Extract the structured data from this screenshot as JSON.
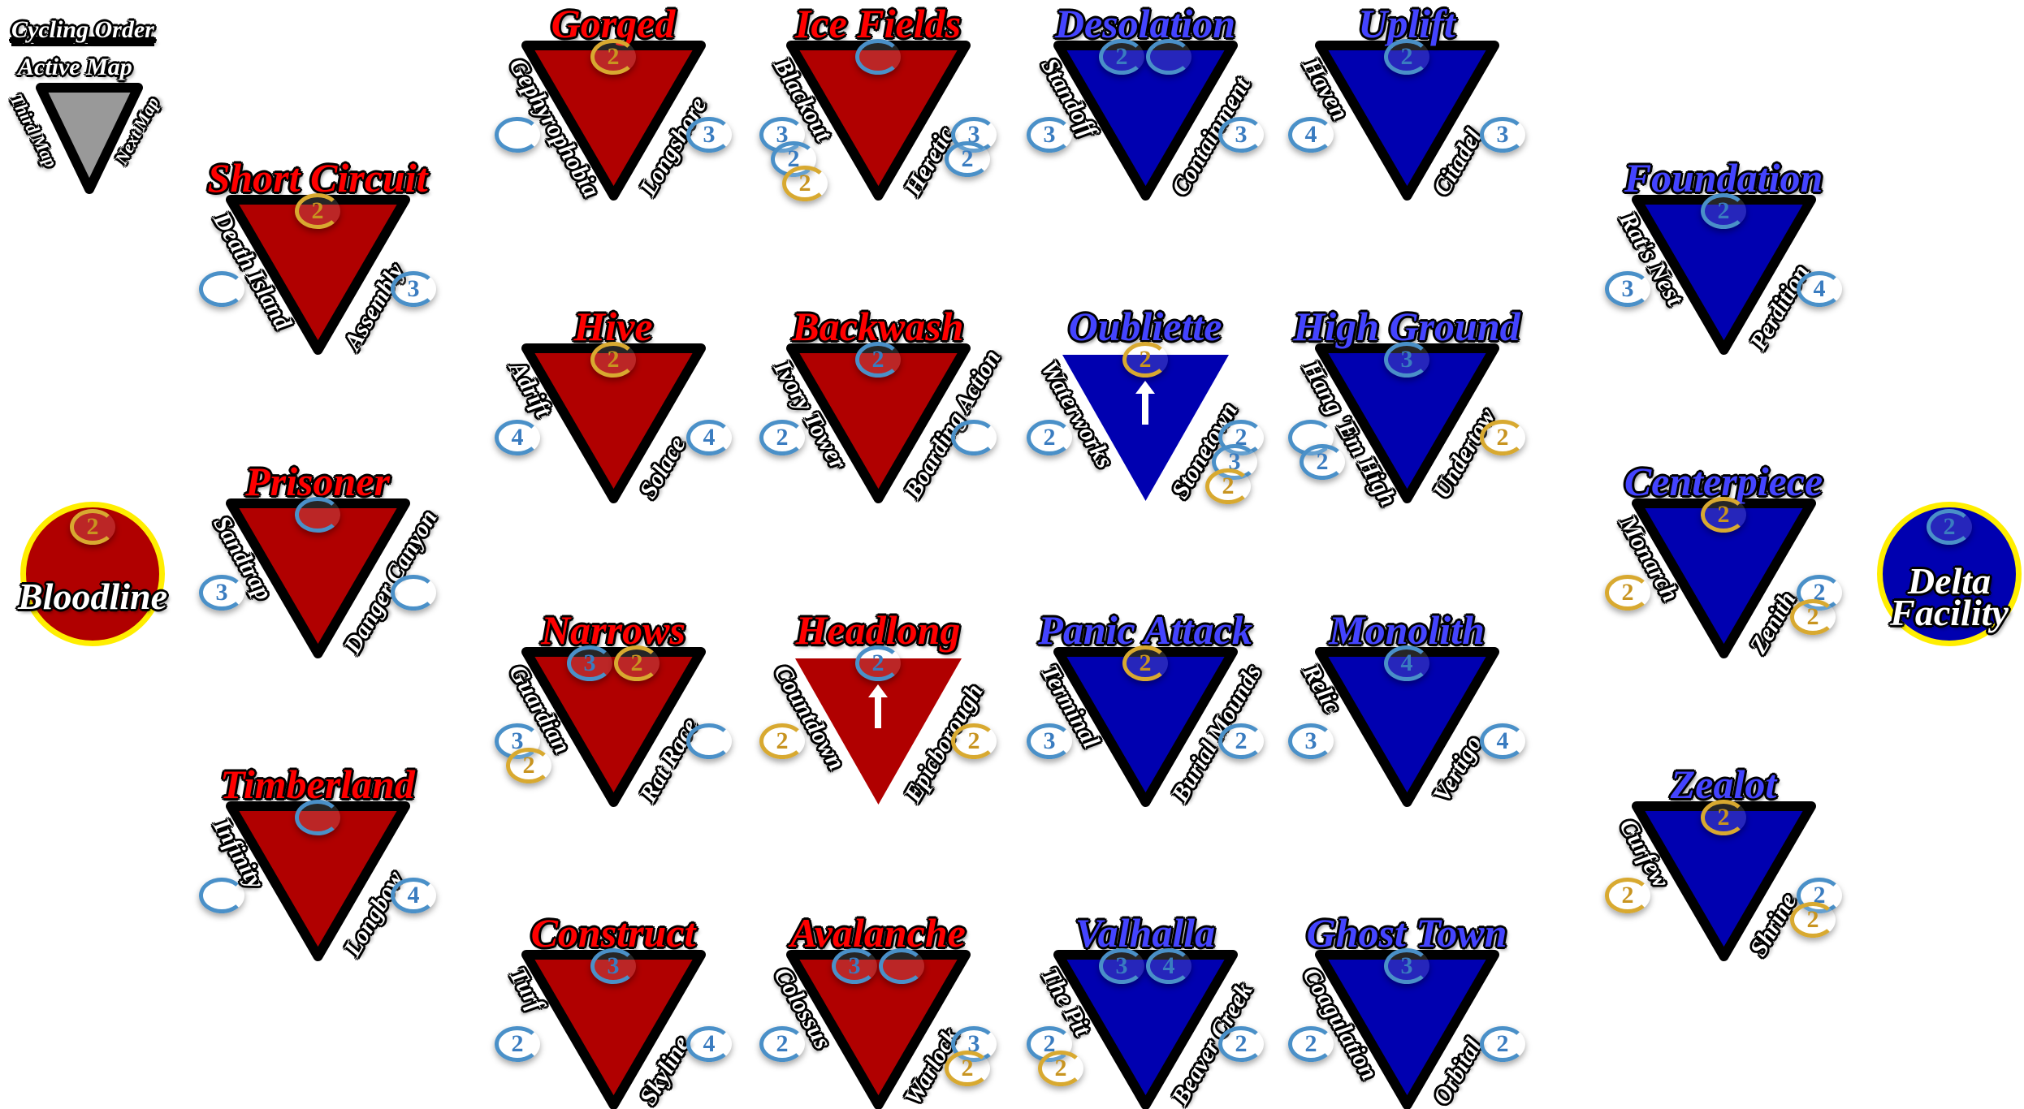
{
  "legend": {
    "title": "Cycling Order",
    "active": "Active Map",
    "third": "Third Map",
    "next": "Next Map"
  },
  "colors": {
    "red_team": "#b00000",
    "blue_team": "#0000b0",
    "red_title": "#ff0000",
    "blue_title": "#4444ff",
    "legend_gray": "#999999",
    "end_ring": "#ffee00"
  },
  "endpoints": [
    {
      "name": "Bloodline",
      "color": "#b00000",
      "badge": {
        "n": "2",
        "c": "gold"
      }
    },
    {
      "name": "Delta Facility",
      "color": "#0000b0",
      "badge": {
        "n": "2",
        "c": "blue"
      }
    }
  ],
  "maps": [
    {
      "title": "Gorged",
      "team": "red",
      "left": "Gephyrophobia",
      "right": "Longshore",
      "top": [
        {
          "n": "2",
          "c": "gold"
        }
      ],
      "lb": [
        {
          "n": "",
          "c": "blue"
        }
      ],
      "rb": [
        {
          "n": "3",
          "c": "blue"
        }
      ]
    },
    {
      "title": "Ice Fields",
      "team": "red",
      "left": "Blackout",
      "right": "Heretic",
      "top": [
        {
          "n": "",
          "c": "blue"
        }
      ],
      "lb": [
        {
          "n": "3",
          "c": "blue"
        },
        {
          "n": "2",
          "c": "blue"
        },
        {
          "n": "2",
          "c": "gold"
        }
      ],
      "rb": [
        {
          "n": "3",
          "c": "blue"
        },
        {
          "n": "2",
          "c": "blue"
        }
      ]
    },
    {
      "title": "Desolation",
      "team": "blue",
      "left": "Standoff",
      "right": "Containment",
      "top": [
        {
          "n": "2",
          "c": "blue"
        },
        {
          "n": "",
          "c": "blue"
        }
      ],
      "lb": [
        {
          "n": "3",
          "c": "blue"
        }
      ],
      "rb": [
        {
          "n": "3",
          "c": "blue"
        }
      ]
    },
    {
      "title": "Uplift",
      "team": "blue",
      "left": "Haven",
      "right": "Citadel",
      "top": [
        {
          "n": "2",
          "c": "blue"
        }
      ],
      "lb": [
        {
          "n": "4",
          "c": "blue"
        }
      ],
      "rb": [
        {
          "n": "3",
          "c": "blue"
        }
      ]
    },
    {
      "title": "Short Circuit",
      "team": "red",
      "left": "Death Island",
      "right": "Assembly",
      "top": [
        {
          "n": "2",
          "c": "gold"
        }
      ],
      "lb": [
        {
          "n": "",
          "c": "blue"
        }
      ],
      "rb": [
        {
          "n": "3",
          "c": "blue"
        }
      ]
    },
    {
      "title": "Foundation",
      "team": "blue",
      "left": "Rat's Nest",
      "right": "Perdition",
      "top": [
        {
          "n": "2",
          "c": "blue"
        }
      ],
      "lb": [
        {
          "n": "3",
          "c": "blue"
        }
      ],
      "rb": [
        {
          "n": "4",
          "c": "blue"
        }
      ]
    },
    {
      "title": "Hive",
      "team": "red",
      "left": "Adrift",
      "right": "Solace",
      "top": [
        {
          "n": "2",
          "c": "gold"
        }
      ],
      "lb": [
        {
          "n": "4",
          "c": "blue"
        }
      ],
      "rb": [
        {
          "n": "4",
          "c": "blue"
        }
      ]
    },
    {
      "title": "Backwash",
      "team": "red",
      "left": "Ivory Tower",
      "right": "Boarding Action",
      "top": [
        {
          "n": "2",
          "c": "blue"
        }
      ],
      "lb": [
        {
          "n": "2",
          "c": "blue"
        }
      ],
      "rb": [
        {
          "n": "",
          "c": "blue"
        }
      ]
    },
    {
      "title": "Oubliette",
      "team": "blue",
      "active": true,
      "left": "Waterworks",
      "right": "Stonetown",
      "top": [
        {
          "n": "2",
          "c": "gold"
        }
      ],
      "lb": [
        {
          "n": "2",
          "c": "blue"
        }
      ],
      "rb": [
        {
          "n": "2",
          "c": "blue"
        },
        {
          "n": "3",
          "c": "blue"
        },
        {
          "n": "2",
          "c": "gold"
        }
      ]
    },
    {
      "title": "High Ground",
      "team": "blue",
      "left": "Hang 'Em High",
      "right": "Undertow",
      "top": [
        {
          "n": "3",
          "c": "blue"
        }
      ],
      "lb": [
        {
          "n": "",
          "c": "blue"
        },
        {
          "n": "2",
          "c": "blue"
        }
      ],
      "rb": [
        {
          "n": "2",
          "c": "gold"
        }
      ]
    },
    {
      "title": "Prisoner",
      "team": "red",
      "left": "Sandtrap",
      "right": "Danger Canyon",
      "top": [
        {
          "n": "",
          "c": "blue"
        }
      ],
      "lb": [
        {
          "n": "3",
          "c": "blue"
        }
      ],
      "rb": [
        {
          "n": "",
          "c": "blue"
        }
      ]
    },
    {
      "title": "Centerpiece",
      "team": "blue",
      "left": "Monarch",
      "right": "Zenith",
      "top": [
        {
          "n": "2",
          "c": "gold"
        }
      ],
      "lb": [
        {
          "n": "2",
          "c": "gold"
        }
      ],
      "rb": [
        {
          "n": "2",
          "c": "blue"
        },
        {
          "n": "2",
          "c": "gold"
        }
      ]
    },
    {
      "title": "Narrows",
      "team": "red",
      "left": "Guardian",
      "right": "Rat Race",
      "top": [
        {
          "n": "3",
          "c": "blue"
        },
        {
          "n": "2",
          "c": "gold"
        }
      ],
      "lb": [
        {
          "n": "3",
          "c": "blue"
        },
        {
          "n": "2",
          "c": "gold"
        }
      ],
      "rb": [
        {
          "n": "",
          "c": "blue"
        }
      ]
    },
    {
      "title": "Headlong",
      "team": "red",
      "active": true,
      "left": "Countdown",
      "right": "Epicborough",
      "top": [
        {
          "n": "2",
          "c": "blue"
        }
      ],
      "lb": [
        {
          "n": "2",
          "c": "gold"
        }
      ],
      "rb": [
        {
          "n": "2",
          "c": "gold"
        }
      ]
    },
    {
      "title": "Panic Attack",
      "team": "blue",
      "left": "Terminal",
      "right": "Burial Mounds",
      "top": [
        {
          "n": "2",
          "c": "gold"
        }
      ],
      "lb": [
        {
          "n": "3",
          "c": "blue"
        }
      ],
      "rb": [
        {
          "n": "2",
          "c": "blue"
        }
      ]
    },
    {
      "title": "Monolith",
      "team": "blue",
      "left": "Relic",
      "right": "Vertigo",
      "top": [
        {
          "n": "4",
          "c": "blue"
        }
      ],
      "lb": [
        {
          "n": "3",
          "c": "blue"
        }
      ],
      "rb": [
        {
          "n": "4",
          "c": "blue"
        }
      ]
    },
    {
      "title": "Timberland",
      "team": "red",
      "left": "Infinity",
      "right": "Longbow",
      "top": [
        {
          "n": "",
          "c": "blue"
        }
      ],
      "lb": [
        {
          "n": "",
          "c": "blue"
        }
      ],
      "rb": [
        {
          "n": "4",
          "c": "blue"
        }
      ]
    },
    {
      "title": "Zealot",
      "team": "blue",
      "left": "Curfew",
      "right": "Shrine",
      "top": [
        {
          "n": "2",
          "c": "gold"
        }
      ],
      "lb": [
        {
          "n": "2",
          "c": "gold"
        }
      ],
      "rb": [
        {
          "n": "2",
          "c": "blue"
        },
        {
          "n": "2",
          "c": "gold"
        }
      ]
    },
    {
      "title": "Construct",
      "team": "red",
      "left": "Turf",
      "right": "Skyline",
      "top": [
        {
          "n": "3",
          "c": "blue"
        }
      ],
      "lb": [
        {
          "n": "2",
          "c": "blue"
        }
      ],
      "rb": [
        {
          "n": "4",
          "c": "blue"
        }
      ]
    },
    {
      "title": "Avalanche",
      "team": "red",
      "left": "Colossus",
      "right": "Warlock",
      "top": [
        {
          "n": "3",
          "c": "blue"
        },
        {
          "n": "",
          "c": "blue"
        }
      ],
      "lb": [
        {
          "n": "2",
          "c": "blue"
        }
      ],
      "rb": [
        {
          "n": "3",
          "c": "blue"
        },
        {
          "n": "2",
          "c": "gold"
        }
      ]
    },
    {
      "title": "Valhalla",
      "team": "blue",
      "left": "The Pit",
      "right": "Beaver Creek",
      "top": [
        {
          "n": "3",
          "c": "blue"
        },
        {
          "n": "4",
          "c": "blue"
        }
      ],
      "lb": [
        {
          "n": "2",
          "c": "blue"
        },
        {
          "n": "2",
          "c": "gold"
        }
      ],
      "rb": [
        {
          "n": "2",
          "c": "blue"
        }
      ]
    },
    {
      "title": "Ghost Town",
      "team": "blue",
      "left": "Coagulation",
      "right": "Orbital",
      "top": [
        {
          "n": "3",
          "c": "blue"
        }
      ],
      "lb": [
        {
          "n": "2",
          "c": "blue"
        }
      ],
      "rb": [
        {
          "n": "2",
          "c": "blue"
        }
      ]
    }
  ]
}
